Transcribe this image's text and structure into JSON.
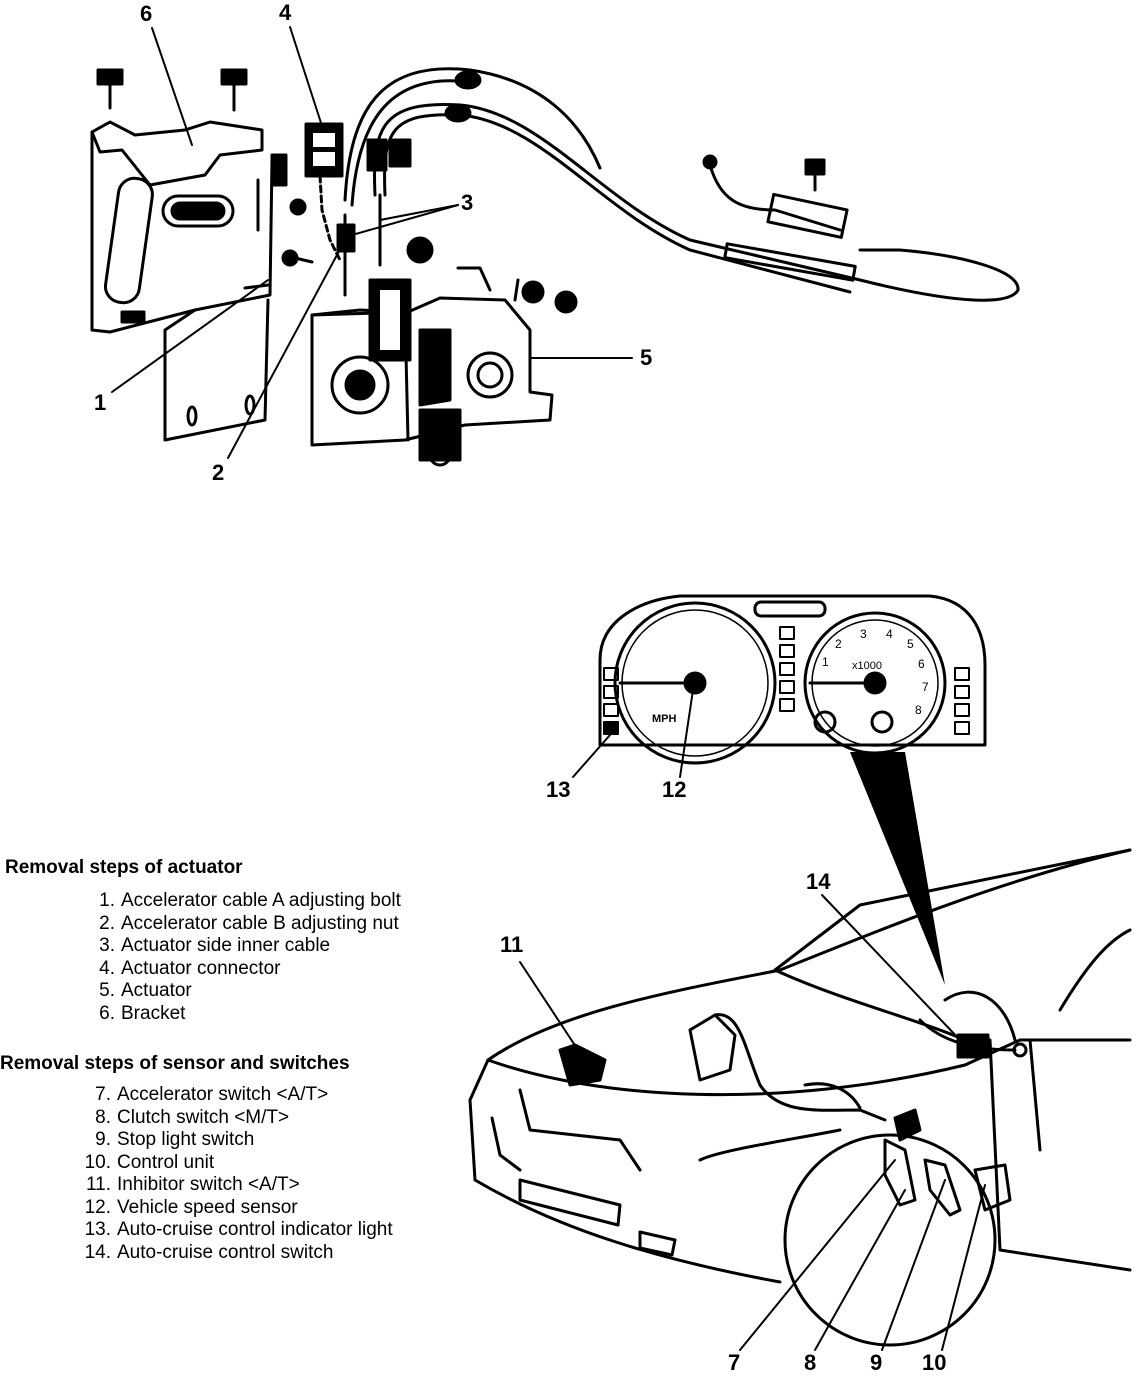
{
  "callouts": {
    "c1": "1",
    "c2": "2",
    "c3": "3",
    "c4": "4",
    "c5": "5",
    "c6": "6",
    "c7": "7",
    "c8": "8",
    "c9": "9",
    "c10": "10",
    "c11": "11",
    "c12": "12",
    "c13": "13",
    "c14": "14"
  },
  "cluster": {
    "tach_numbers": [
      "1",
      "2",
      "3",
      "4",
      "5",
      "6",
      "7",
      "8"
    ],
    "tach_unit": "x1000",
    "speed_unit": "MPH"
  },
  "actuator_steps": {
    "title": "Removal steps of actuator",
    "items": [
      {
        "num": "1.",
        "text": "Accelerator cable A adjusting bolt"
      },
      {
        "num": "2.",
        "text": "Accelerator cable B adjusting nut"
      },
      {
        "num": "3.",
        "text": "Actuator side inner cable"
      },
      {
        "num": "4.",
        "text": "Actuator connector"
      },
      {
        "num": "5.",
        "text": "Actuator"
      },
      {
        "num": "6.",
        "text": "Bracket"
      }
    ]
  },
  "sensor_steps": {
    "title": "Removal steps of sensor and switches",
    "items": [
      {
        "num": "7.",
        "text": "Accelerator switch <A/T>"
      },
      {
        "num": "8.",
        "text": "Clutch switch <M/T>"
      },
      {
        "num": "9.",
        "text": "Stop light switch"
      },
      {
        "num": "10.",
        "text": "Control unit"
      },
      {
        "num": "11.",
        "text": "Inhibitor switch <A/T>"
      },
      {
        "num": "12.",
        "text": "Vehicle speed sensor"
      },
      {
        "num": "13.",
        "text": "Auto-cruise control indicator light"
      },
      {
        "num": "14.",
        "text": "Auto-cruise control switch"
      }
    ]
  }
}
